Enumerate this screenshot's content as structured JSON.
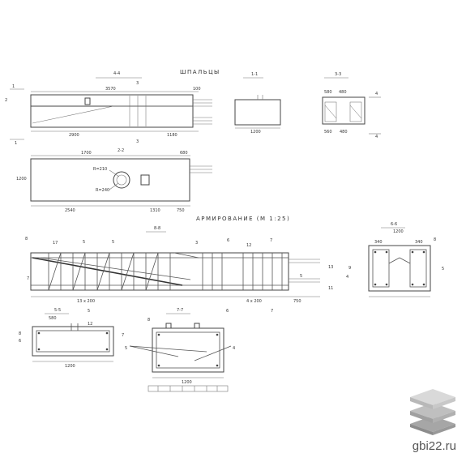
{
  "titles": {
    "main": "ШПАЛЬЦЫ",
    "view_44": "4-4",
    "view_11": "1-1",
    "view_33": "3-3",
    "view_22": "2-2",
    "armor": "АРМИРОВАНИЕ (М 1:25)",
    "view_88": "8-8",
    "view_66": "6-6",
    "view_55": "5-5",
    "view_77": "7-7"
  },
  "dims": {
    "d3570": "3570",
    "d100": "100",
    "d2900": "2900",
    "d1180": "1180",
    "d1200": "1200",
    "d1700": "1700",
    "d680": "680",
    "d1310": "1310",
    "d750": "750",
    "d2540": "2540",
    "r210": "R=210",
    "r240": "R=240",
    "d560": "560",
    "d480": "480",
    "d580": "580",
    "d340": "340",
    "d13x200": "13 x 200",
    "d4x200": "4 x 200"
  },
  "marks": {
    "m1": "1",
    "m2": "2",
    "m3": "3",
    "m4": "4",
    "m5": "5",
    "m6": "6",
    "m7": "7",
    "m8": "8",
    "m9": "9",
    "m11": "11",
    "m12": "12",
    "m13": "13",
    "m17": "17"
  },
  "watermark": "gbi22.ru",
  "logo_colors": {
    "top": "#d9d9d9",
    "mid": "#bfbfbf",
    "bottom": "#a6a6a6"
  }
}
